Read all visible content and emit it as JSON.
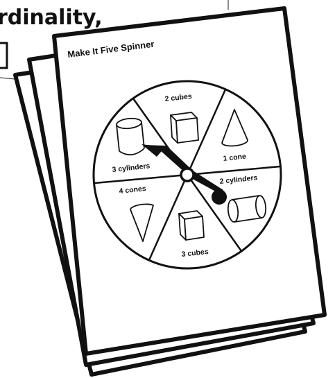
{
  "heading_fragment": "rdinality,",
  "sheet": {
    "title": "Make It Five Spinner"
  },
  "spinner": {
    "sections": [
      {
        "label": "2 cubes",
        "shape": "cube-icon"
      },
      {
        "label": "1 cone",
        "shape": "cone-icon"
      },
      {
        "label": "2 cylinders",
        "shape": "cylinder-icon"
      },
      {
        "label": "3 cubes",
        "shape": "cube-icon"
      },
      {
        "label": "4 cones",
        "shape": "cone-icon"
      },
      {
        "label": "3 cylinders",
        "shape": "cylinder-icon"
      }
    ]
  },
  "colors": {
    "ink": "#111111",
    "paper": "#ffffff"
  }
}
